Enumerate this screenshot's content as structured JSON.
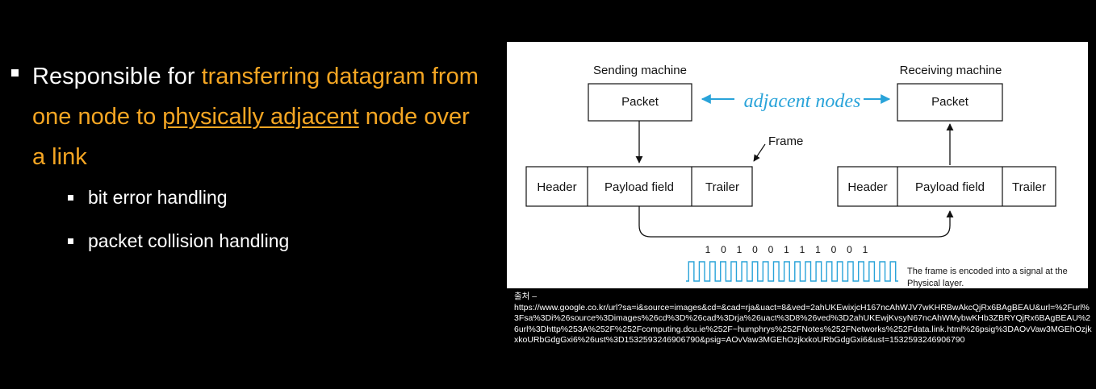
{
  "bullets": {
    "main_prefix": "Responsible for ",
    "main_highlight_1": "transferring datagram from one node to ",
    "main_highlight_underlined": "physically adjacent",
    "main_highlight_2": " node over a link",
    "sub_items": [
      "bit error handling",
      "packet collision handling"
    ]
  },
  "diagram": {
    "sending_label": "Sending machine",
    "receiving_label": "Receiving machine",
    "packet_label": "Packet",
    "adjacent_label": "adjacent nodes",
    "frame_label": "Frame",
    "header_label": "Header",
    "payload_label": "Payload field",
    "trailer_label": "Trailer",
    "bits": [
      "1",
      "0",
      "1",
      "0",
      "0",
      "1",
      "1",
      "1",
      "0",
      "0",
      "1"
    ],
    "signal_caption_1": "The frame is encoded into a signal at the",
    "signal_caption_2": "Physical layer."
  },
  "source": {
    "label": "출처 –",
    "url": "https://www.google.co.kr/url?sa=i&source=images&cd=&cad=rja&uact=8&ved=2ahUKEwixjcH167ncAhWJV7wKHRBwAkcQjRx6BAgBEAU&url=%2Furl%3Fsa%3Di%26source%3Dimages%26cd%3D%26cad%3Drja%26uact%3D8%26ved%3D2ahUKEwjKvsyN67ncAhWMybwKHb3ZBRYQjRx6BAgBEAU%26url%3Dhttp%253A%252F%252Fcomputing.dcu.ie%252F~humphrys%252FNotes%252FNetworks%252Fdata.link.html%26psig%3DAOvVaw3MGEhOzjkxkoURbGdgGxi6%26ust%3D1532593246906790&psig=AOvVaw3MGEhOzjkxkoURbGdgGxi6&ust=1532593246906790"
  },
  "colors": {
    "highlight": "#f5a623",
    "adjacent_text": "#29a3d9",
    "background": "#000000"
  }
}
